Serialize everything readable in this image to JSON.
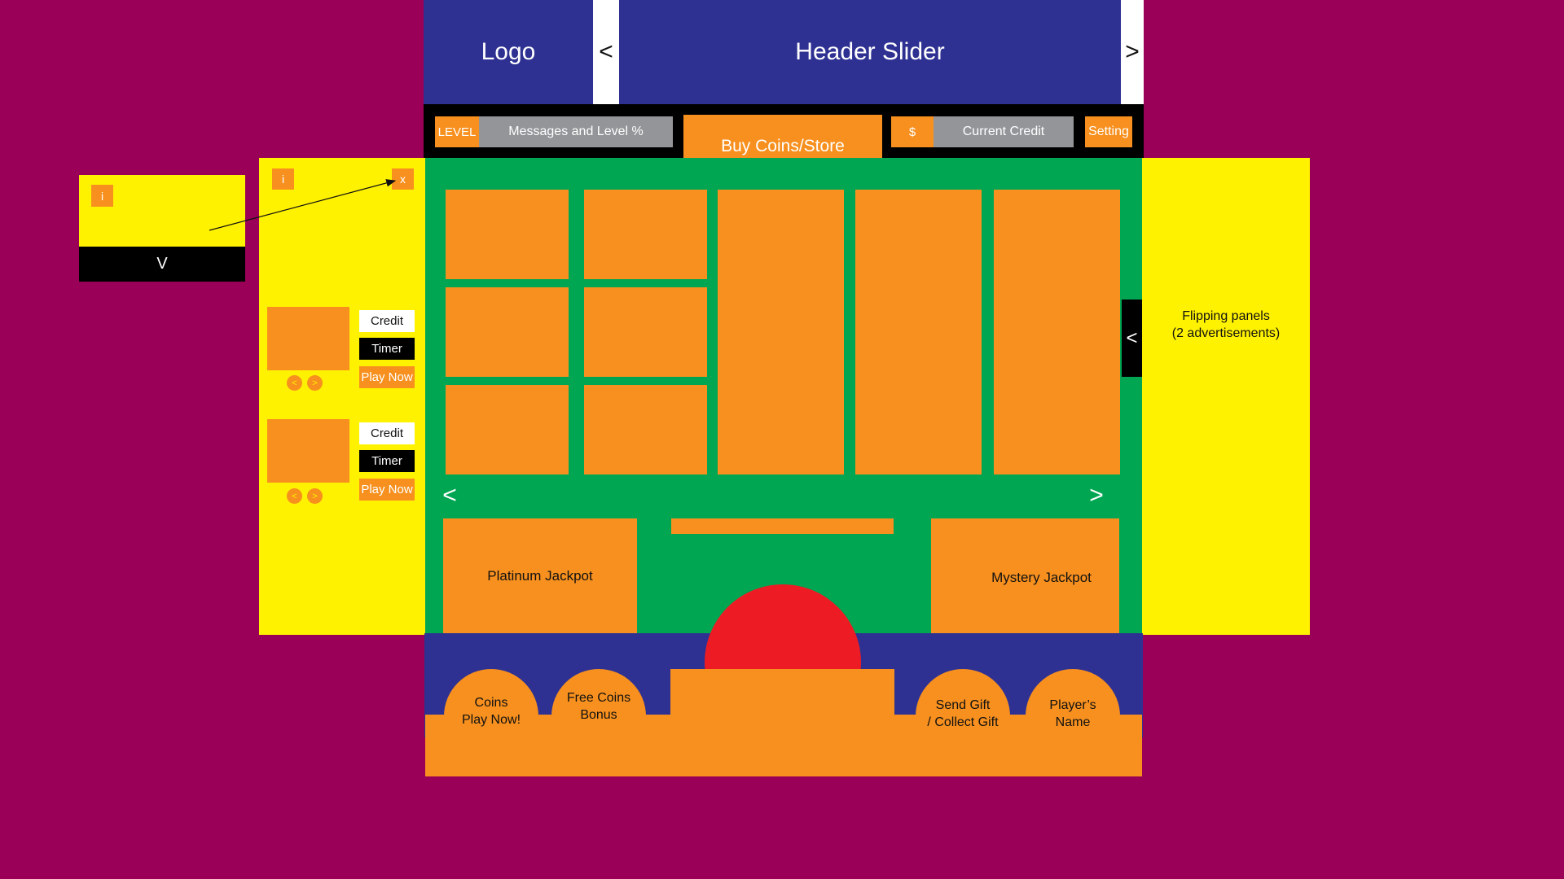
{
  "colors": {
    "background": "#9a0057",
    "navy": "#2e3192",
    "orange": "#f7901e",
    "yellow": "#fff200",
    "green": "#00a651",
    "red": "#ed1c24",
    "grey": "#939598",
    "black": "#000000"
  },
  "header": {
    "logo": "Logo",
    "slider_title": "Header Slider",
    "prev_arrow": "<",
    "next_arrow": ">"
  },
  "toolbar": {
    "level_label": "LEVEL",
    "messages_label": "Messages and Level %",
    "buy_coins_label": "Buy Coins/Store",
    "currency_symbol": "$",
    "credit_label": "Current Credit",
    "setting_label": "Setting"
  },
  "popup": {
    "info_icon": "i",
    "expand_icon": "V"
  },
  "left_panel": {
    "info_icon": "i",
    "close_icon": "x",
    "items": [
      {
        "credit": "Credit",
        "timer": "Timer",
        "play": "Play Now",
        "prev": "<",
        "next": ">"
      },
      {
        "credit": "Credit",
        "timer": "Timer",
        "play": "Play Now",
        "prev": "<",
        "next": ">"
      }
    ]
  },
  "right_panel": {
    "text_line1": "Flipping panels",
    "text_line2": "(2 advertisements)",
    "toggle_arrow": "<"
  },
  "games": {
    "prev_arrow": "<",
    "next_arrow": ">"
  },
  "jackpots": {
    "platinum": "Platinum Jackpot",
    "mystery": "Mystery Jackpot"
  },
  "footer": {
    "coins_line1": "Coins",
    "coins_line2": "Play Now!",
    "free_line1": "Free Coins",
    "free_line2": "Bonus",
    "gift_line1": "Send Gift",
    "gift_line2": "/ Collect Gift",
    "player_line1": "Player’s",
    "player_line2": "Name"
  }
}
